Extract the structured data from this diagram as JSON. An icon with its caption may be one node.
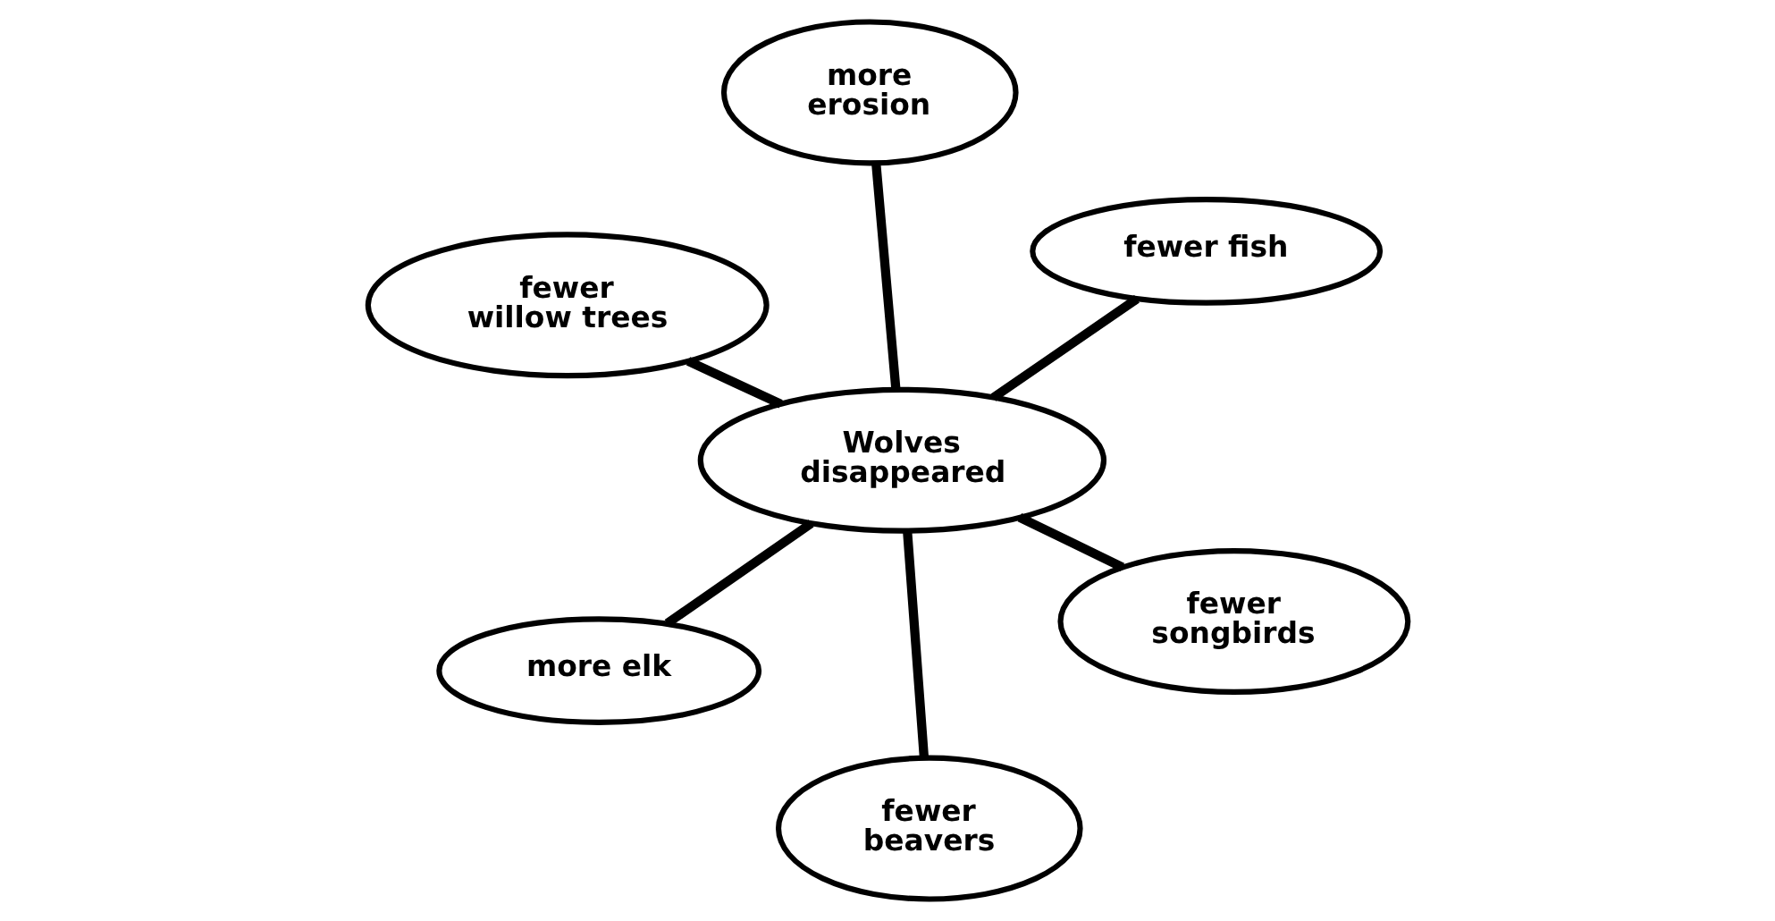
{
  "diagram": {
    "nodes": [
      {
        "text": [
          "Wolves disappeared"
        ]
      },
      {
        "text": [
          "more elk"
        ]
      },
      {
        "text": [
          "fewer songbirds"
        ]
      },
      {
        "text": [
          "fewer willow trees"
        ]
      },
      {
        "text": [
          "more erosion"
        ]
      },
      {
        "text": [
          "fewer beavers"
        ]
      },
      {
        "text": [
          "fewer fish"
        ]
      }
    ],
    "edges": [
      {
        "from": 0,
        "to": 1,
        "arrow": "none"
      },
      {
        "from": 0,
        "to": 3,
        "arrow": "none"
      },
      {
        "from": 0,
        "to": 5,
        "arrow": "none"
      },
      {
        "from": 0,
        "to": 6,
        "arrow": "none"
      },
      {
        "from": 0,
        "to": 4,
        "arrow": "none"
      },
      {
        "from": 0,
        "to": 2,
        "arrow": "none"
      }
    ]
  }
}
